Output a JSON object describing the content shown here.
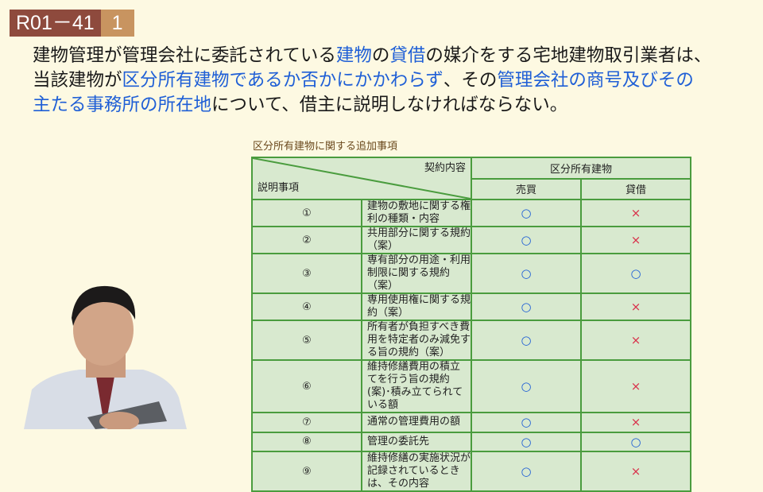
{
  "badge": {
    "code": "R01－41",
    "number": "1"
  },
  "question": {
    "segments": [
      {
        "text": "建物管理が管理会社に委託されている",
        "hl": false
      },
      {
        "text": "建物",
        "hl": true
      },
      {
        "text": "の",
        "hl": false
      },
      {
        "text": "貸借",
        "hl": true
      },
      {
        "text": "の媒介をする宅地建物取引業者は、当該建物が",
        "hl": false
      },
      {
        "text": "区分所有建物であるか否かにかかわらず",
        "hl": true
      },
      {
        "text": "、その",
        "hl": false
      },
      {
        "text": "管理会社の商号及びその主たる事務所の所在地",
        "hl": true
      },
      {
        "text": "について、借主に説明しなければならない。",
        "hl": false
      }
    ]
  },
  "table": {
    "caption": "区分所有建物に関する追加事項",
    "header_contract": "契約内容",
    "header_items": "説明事項",
    "header_group": "区分所有建物",
    "col_sale": "売買",
    "col_lease": "貸借",
    "rows": [
      {
        "num": "①",
        "text": "建物の敷地に関する権利の種類・内容",
        "sale": "○",
        "lease": "×"
      },
      {
        "num": "②",
        "text": "共用部分に関する規約（案）",
        "sale": "○",
        "lease": "×"
      },
      {
        "num": "③",
        "text": "専有部分の用途・利用制限に関する規約（案）",
        "sale": "○",
        "lease": "○"
      },
      {
        "num": "④",
        "text": "専用使用権に関する規約（案）",
        "sale": "○",
        "lease": "×"
      },
      {
        "num": "⑤",
        "text": "所有者が負担すべき費用を特定者のみ減免する旨の規約（案）",
        "sale": "○",
        "lease": "×"
      },
      {
        "num": "⑥",
        "text": "維持修繕費用の積立てを行う旨の規約(案)･積み立てられている額",
        "sale": "○",
        "lease": "×"
      },
      {
        "num": "⑦",
        "text": "通常の管理費用の額",
        "sale": "○",
        "lease": "×"
      },
      {
        "num": "⑧",
        "text": "管理の委託先",
        "sale": "○",
        "lease": "○"
      },
      {
        "num": "⑨",
        "text": "維持修繕の実施状況が記録されているときは、その内容",
        "sale": "○",
        "lease": "×"
      }
    ]
  }
}
